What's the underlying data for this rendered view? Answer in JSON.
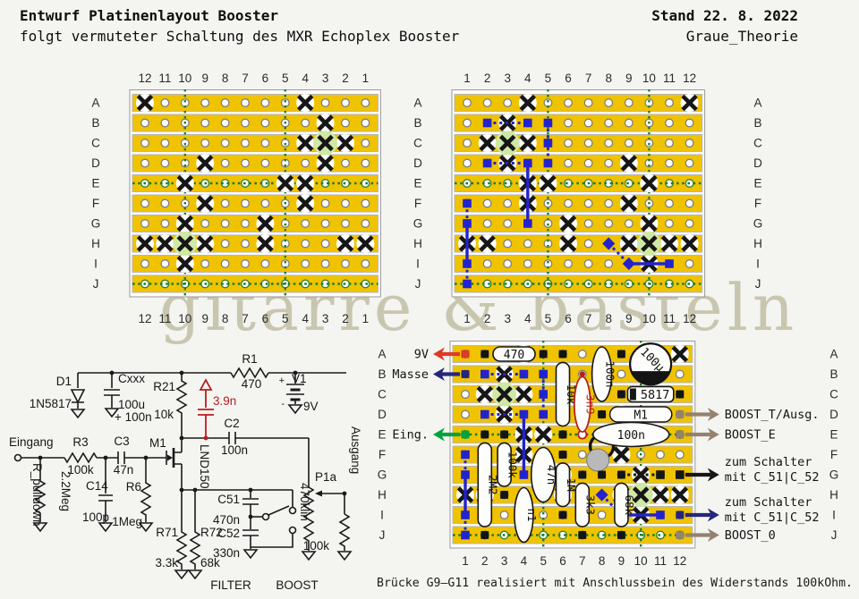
{
  "header": {
    "title": "Entwurf Platinenlayout Booster",
    "date": "Stand 22. 8. 2022",
    "subtitle": "folgt vermuteter Schaltung des MXR Echoplex Booster",
    "author": "Graue_Theorie"
  },
  "watermark": "gitarre & basteln",
  "caption": "Brücke G9–G11 realisiert mit Anschlussbein des Widerstands 100kOhm.",
  "colors": {
    "strip": "#f0c300",
    "grid_green": "#1e7d22",
    "highlight": "#cfe9a4",
    "blue": "#2323cd",
    "navy": "#26267c",
    "red": "#dd3b27",
    "green": "#00a33c",
    "gray": "#93826f",
    "black": "#161616",
    "comp_red": "#b51f1f"
  },
  "boards": {
    "left": {
      "cols": [
        12,
        11,
        10,
        9,
        8,
        7,
        6,
        5,
        4,
        3,
        2,
        1
      ],
      "rows": [
        "A",
        "B",
        "C",
        "D",
        "E",
        "F",
        "G",
        "H",
        "I",
        "J"
      ],
      "green_rows": [
        "E",
        "J"
      ],
      "green_cols": [
        10,
        5
      ],
      "cuts": [
        "A12",
        "A4",
        "B3",
        "C4",
        "C3",
        "C2",
        "D9",
        "D3",
        "E10",
        "E5",
        "E4",
        "F9",
        "F4",
        "G10",
        "G6",
        "H12",
        "H11",
        "H10",
        "H9",
        "H6",
        "H2",
        "H1",
        "I10"
      ],
      "highlights": [
        "C3",
        "H10"
      ]
    },
    "right": {
      "cols": [
        1,
        2,
        3,
        4,
        5,
        6,
        7,
        8,
        9,
        10,
        11,
        12
      ],
      "rows": [
        "A",
        "B",
        "C",
        "D",
        "E",
        "F",
        "G",
        "H",
        "I",
        "J"
      ],
      "green_rows": [
        "E",
        "J"
      ],
      "green_cols": [
        5,
        10
      ],
      "cuts": [
        "A4",
        "A12",
        "B3",
        "C2",
        "C3",
        "C4",
        "D3",
        "D9",
        "E4",
        "E5",
        "E10",
        "F4",
        "F9",
        "G6",
        "G10",
        "H1",
        "H2",
        "H6",
        "H9",
        "H10",
        "H11",
        "H12",
        "I10"
      ],
      "highlights": [
        "C3",
        "H10"
      ],
      "wires_blue": [
        {
          "t": "d",
          "a": "B2",
          "b": "B4"
        },
        {
          "t": "sq",
          "c": "B2"
        },
        {
          "t": "sq",
          "c": "B4"
        },
        {
          "t": "d",
          "a": "B5",
          "b": "D5"
        },
        {
          "t": "sq",
          "c": "B5"
        },
        {
          "t": "sq",
          "c": "C5"
        },
        {
          "t": "sq",
          "c": "D5"
        },
        {
          "t": "d",
          "a": "D2",
          "b": "D4"
        },
        {
          "t": "sq",
          "c": "D2"
        },
        {
          "t": "s",
          "a": "D4",
          "b": "G4"
        },
        {
          "t": "sq",
          "c": "D4"
        },
        {
          "t": "sq",
          "c": "G4"
        },
        {
          "t": "d",
          "a": "F1",
          "b": "G1"
        },
        {
          "t": "s",
          "a": "G1",
          "b": "I1"
        },
        {
          "t": "d",
          "a": "I1",
          "b": "J1"
        },
        {
          "t": "sq",
          "c": "F1"
        },
        {
          "t": "sq",
          "c": "G1"
        },
        {
          "t": "sq",
          "c": "I1"
        },
        {
          "t": "sq",
          "c": "J1"
        },
        {
          "t": "d",
          "a": "H8",
          "b": "I9"
        },
        {
          "t": "dia",
          "c": "H8"
        },
        {
          "t": "dia",
          "c": "I9"
        },
        {
          "t": "s",
          "a": "I9",
          "b": "I11"
        },
        {
          "t": "sq",
          "c": "I11"
        }
      ]
    },
    "layout": {
      "cols": [
        1,
        2,
        3,
        4,
        5,
        6,
        7,
        8,
        9,
        10,
        11,
        12
      ],
      "rows": [
        "A",
        "B",
        "C",
        "D",
        "E",
        "F",
        "G",
        "H",
        "I",
        "J"
      ],
      "green_rows": [
        "E",
        "J"
      ],
      "green_cols": [
        5,
        10
      ],
      "cuts": [
        "A4",
        "A12",
        "B3",
        "C2",
        "C3",
        "C4",
        "D3",
        "D9",
        "E4",
        "E5",
        "E10",
        "F4",
        "F9",
        "G6",
        "G10",
        "H1",
        "H2",
        "H6",
        "H9",
        "H10",
        "H11",
        "H12",
        "I10"
      ],
      "highlights": [
        "C3",
        "H10"
      ],
      "wires_blue": [
        {
          "t": "d",
          "a": "B2",
          "b": "B4"
        },
        {
          "t": "sq",
          "c": "B2"
        },
        {
          "t": "sq",
          "c": "B4"
        },
        {
          "t": "d",
          "a": "B5",
          "b": "D5"
        },
        {
          "t": "sq",
          "c": "B5"
        },
        {
          "t": "sq",
          "c": "C5"
        },
        {
          "t": "sq",
          "c": "D5"
        },
        {
          "t": "d",
          "a": "D2",
          "b": "D4"
        },
        {
          "t": "sq",
          "c": "D2"
        },
        {
          "t": "s",
          "a": "D4",
          "b": "G4"
        },
        {
          "t": "sq",
          "c": "D4"
        },
        {
          "t": "sq",
          "c": "G4"
        },
        {
          "t": "d",
          "a": "F1",
          "b": "G1"
        },
        {
          "t": "s",
          "a": "G1",
          "b": "I1"
        },
        {
          "t": "d",
          "a": "I1",
          "b": "J1"
        },
        {
          "t": "sq",
          "c": "F1"
        },
        {
          "t": "sq",
          "c": "G1"
        },
        {
          "t": "sq",
          "c": "I1"
        },
        {
          "t": "sq",
          "c": "J1"
        },
        {
          "t": "d",
          "a": "H8",
          "b": "I9"
        },
        {
          "t": "dia",
          "c": "H8"
        },
        {
          "t": "dia",
          "c": "I9"
        },
        {
          "t": "s",
          "a": "I9",
          "b": "I11"
        },
        {
          "t": "sq",
          "c": "I11"
        }
      ],
      "wires_black": [
        {
          "t": "d",
          "a": "G9",
          "b": "G11"
        },
        {
          "t": "sq",
          "c": "G11"
        },
        {
          "t": "sq",
          "c": "G12"
        }
      ],
      "components": [
        {
          "t": "resh",
          "v": "470",
          "row": "A",
          "a": 2,
          "b": 5
        },
        {
          "t": "capv",
          "v": "100n",
          "col": 8,
          "a": "A",
          "b": "C",
          "w": 11
        },
        {
          "t": "elco",
          "v": "100µ",
          "a": 10,
          "b": 11,
          "r1": "A",
          "r2": "B",
          "pad": "A9"
        },
        {
          "t": "resv",
          "v": "10k",
          "col": 6,
          "a": "A",
          "b": "E"
        },
        {
          "t": "capvr",
          "v": "3n9",
          "col": 7,
          "a": "B",
          "b": "E"
        },
        {
          "t": "dioh",
          "v": "5817",
          "row": "C",
          "a": 9,
          "b": 12
        },
        {
          "t": "plate",
          "v": "M1",
          "row": "D",
          "a": 8,
          "b": 12
        },
        {
          "t": "to92",
          "a": "E",
          "b": "F",
          "col": 8,
          "pad": "G8"
        },
        {
          "t": "caph",
          "v": "100n",
          "row": "E",
          "a": 8,
          "b": 11
        },
        {
          "t": "resv",
          "v": "2M2",
          "col": 2,
          "a": "E",
          "b": "J"
        },
        {
          "t": "resv",
          "v": "100k",
          "col": 3,
          "a": "E",
          "b": "H"
        },
        {
          "t": "capv",
          "v": "47n",
          "col": 5,
          "a": "F",
          "b": "H",
          "w": 13.5
        },
        {
          "t": "resv",
          "v": "1M",
          "col": 6,
          "a": "F",
          "b": "I"
        },
        {
          "t": "resv",
          "v": "3k3",
          "col": 7,
          "a": "G",
          "b": "J"
        },
        {
          "t": "resv",
          "v": "68k",
          "col": 9,
          "a": "G",
          "b": "J"
        },
        {
          "t": "capv",
          "v": "n1",
          "col": 4,
          "a": "H",
          "b": "J",
          "w": 10.5
        }
      ],
      "io_left": [
        {
          "row": "A",
          "label": "9V",
          "color": "red"
        },
        {
          "row": "B",
          "label": "Masse",
          "color": "navy"
        },
        {
          "row": "E",
          "label": "Eing.",
          "color": "green"
        }
      ],
      "io_right": [
        {
          "row": "D",
          "label": "BOOST_T/Ausg.",
          "color": "gray"
        },
        {
          "row": "E",
          "label": "BOOST_E",
          "color": "gray"
        },
        {
          "row": "G",
          "label": "zum Schalter",
          "label2": "mit C_51|C_52",
          "color": "black"
        },
        {
          "row": "I",
          "label": "zum Schalter",
          "label2": "mit C_51|C_52",
          "color": "navy"
        },
        {
          "row": "J",
          "label": "BOOST_0",
          "color": "gray"
        }
      ]
    }
  },
  "schematic": {
    "eingang": "Eingang",
    "ausgang": "Ausgang",
    "r_pulldown": "R_pulldown",
    "r_pulldown_v": "2.2Meg",
    "r3": "R3",
    "r3_v": "100k",
    "c3": "C3",
    "c3_v": "47n",
    "c14": "C14",
    "c14_v": "100p",
    "r6": "R6",
    "r6_v": "1Meg",
    "m1": "M1",
    "m1_v": "LND150",
    "d1": "D1",
    "d1_v": "1N5817",
    "cx": "Cxxx",
    "cx_v1": "100u",
    "cx_v2": "+ 100n",
    "r21": "R21",
    "r21_v": "10k",
    "c39": "3.9n",
    "r1": "R1",
    "r1_v": "470",
    "v1": "V1",
    "v1_v": "9V",
    "v1_plus": "+",
    "v1_minus": "-",
    "c2": "C2",
    "c2_v": "100n",
    "r71": "R71",
    "r71_v": "3.3k",
    "r72": "R72",
    "r72_v": "68k",
    "c51": "C51",
    "c51_v": "470n",
    "c52": "C52",
    "c52_v": "330n",
    "filter": "FILTER",
    "boost": "BOOST",
    "p1a": "P1a",
    "p1a_v": "470klin",
    "rload": "100k"
  }
}
